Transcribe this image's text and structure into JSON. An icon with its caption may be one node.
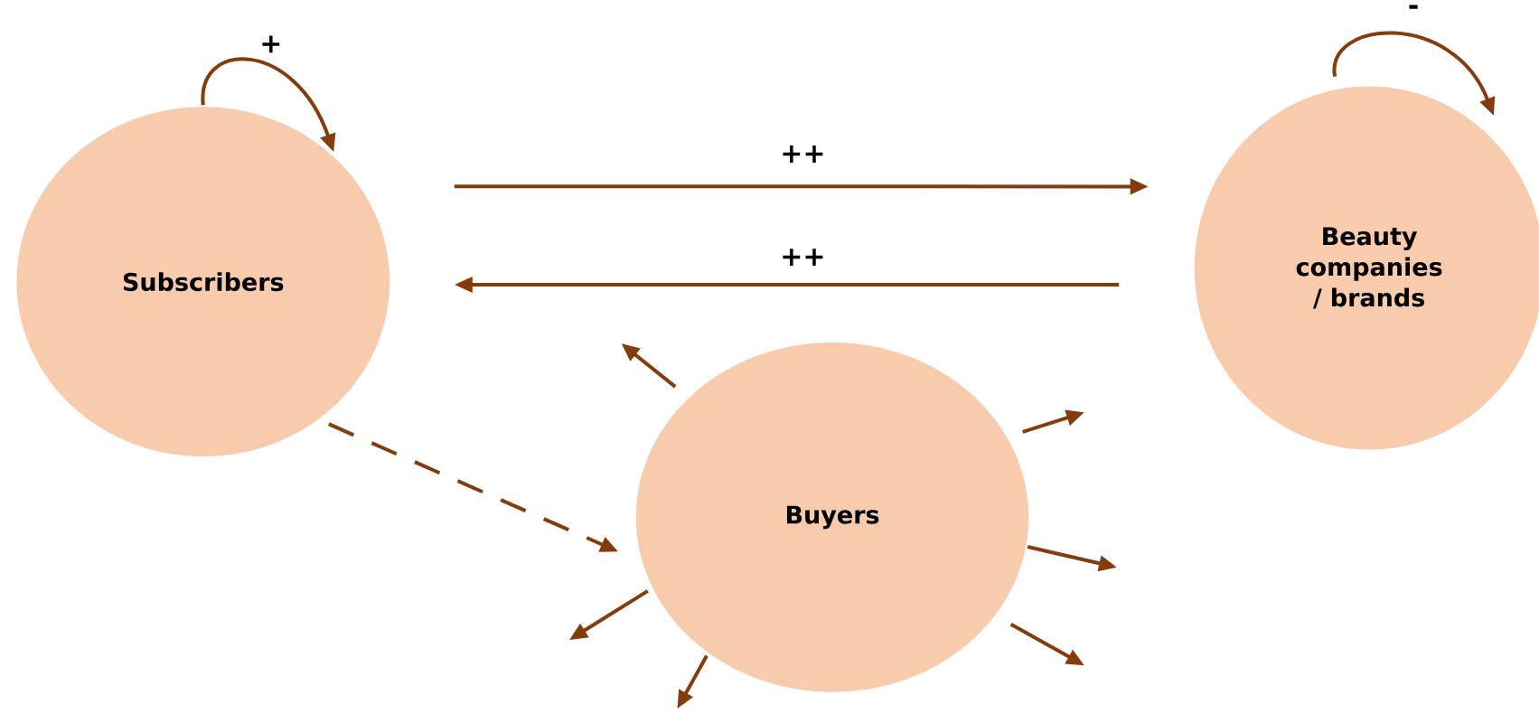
{
  "diagram": {
    "nodes": [
      {
        "text": [
          "Subscribers"
        ]
      },
      {
        "text": [
          "Beauty companies / brands"
        ]
      },
      {
        "text": [
          "Buyers"
        ]
      }
    ],
    "edges": [
      {
        "from": 0,
        "to": 0,
        "arrow": "to",
        "label": "+"
      },
      {
        "from": 1,
        "to": 1,
        "arrow": "to",
        "label": "-"
      },
      {
        "from": 0,
        "to": 1,
        "arrow": "to",
        "label": "++"
      },
      {
        "from": 1,
        "to": 0,
        "arrow": "to",
        "label": "++"
      },
      {
        "from": 0,
        "to": 2,
        "arrow": "to",
        "style": "dashed"
      },
      {
        "from": 2,
        "to": null,
        "arrow": "to"
      },
      {
        "from": 2,
        "to": null,
        "arrow": "to"
      },
      {
        "from": 2,
        "to": null,
        "arrow": "to"
      },
      {
        "from": 2,
        "to": null,
        "arrow": "to"
      },
      {
        "from": 2,
        "to": null,
        "arrow": "to"
      },
      {
        "from": 2,
        "to": null,
        "arrow": "to"
      }
    ]
  }
}
